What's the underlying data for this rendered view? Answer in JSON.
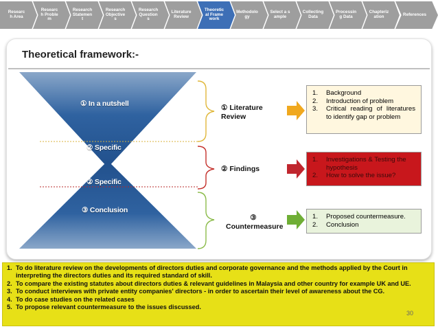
{
  "nav": {
    "items": [
      {
        "label": "Researc h Area",
        "color": "#9e9e9e"
      },
      {
        "label": "Researc h Problem",
        "color": "#9e9e9e"
      },
      {
        "label": "Research Statemen t",
        "color": "#9e9e9e"
      },
      {
        "label": "Research Objective s",
        "color": "#9e9e9e"
      },
      {
        "label": "Research Question s",
        "color": "#9e9e9e"
      },
      {
        "label": "Literature Review",
        "color": "#9e9e9e"
      },
      {
        "label": "Theoretical Framework",
        "color": "#3d6fb6"
      },
      {
        "label": "Methodology",
        "color": "#9e9e9e"
      },
      {
        "label": "Select a sample",
        "color": "#9e9e9e"
      },
      {
        "label": "Collecting Data",
        "color": "#9e9e9e"
      },
      {
        "label": "Processing Data",
        "color": "#9e9e9e"
      },
      {
        "label": "Chapterization",
        "color": "#9e9e9e"
      },
      {
        "label": "References",
        "color": "#9e9e9e"
      }
    ]
  },
  "slide": {
    "title": "Theoretical framework:-",
    "hourglass": {
      "top": "① In a nutshell",
      "specific_upper": "② Specific",
      "specific_lower": "② Specific",
      "bottom": "③ Conclusion",
      "color": "#2c5f9e"
    },
    "rows": [
      {
        "label_line1": "① Literature",
        "label_line2": "Review",
        "bracket_color": "#e0b73a",
        "arrow_color": "#f0a81e",
        "box_color": "#fff7df",
        "items": [
          {
            "num": "1.",
            "text": "Background"
          },
          {
            "num": "2.",
            "text": "Introduction of problem"
          },
          {
            "num": "3.",
            "text": "Critical reading of literatures to identify gap or problem"
          }
        ]
      },
      {
        "label_line1": "② Findings",
        "label_line2": "",
        "bracket_color": "#c4302b",
        "arrow_color": "#c0262e",
        "box_color": "#c8171c",
        "items": [
          {
            "num": "1.",
            "text": "Investigations & Testing the hypothesis"
          },
          {
            "num": "2.",
            "text": "How to solve the issue?"
          }
        ]
      },
      {
        "label_line1": "③",
        "label_line2": "Countermeasure",
        "bracket_color": "#8bbb4a",
        "arrow_color": "#6fae35",
        "box_color": "#e9f3dc",
        "items": [
          {
            "num": "1.",
            "text": "Proposed countermeasure."
          },
          {
            "num": "2.",
            "text": "Conclusion"
          }
        ]
      }
    ]
  },
  "objectives": [
    {
      "num": "1.",
      "text": "To do literature review on the developments of directors duties and corporate governance and the methods applied by the Court in interpreting the directors duties and its required standard of skill."
    },
    {
      "num": "2.",
      "text": "To compare the existing statutes about directors duties & relevant guidelines in Malaysia and other country for example UK and UE."
    },
    {
      "num": "3.",
      "text": "To conduct interviews with private entity companies' directors - in order to ascertain their level of awareness about the CG."
    },
    {
      "num": "4.",
      "text": "To do case studies on the related cases"
    },
    {
      "num": "5.",
      "text": "To propose relevant countermeasure to the issues discussed."
    }
  ],
  "page_number": "30"
}
